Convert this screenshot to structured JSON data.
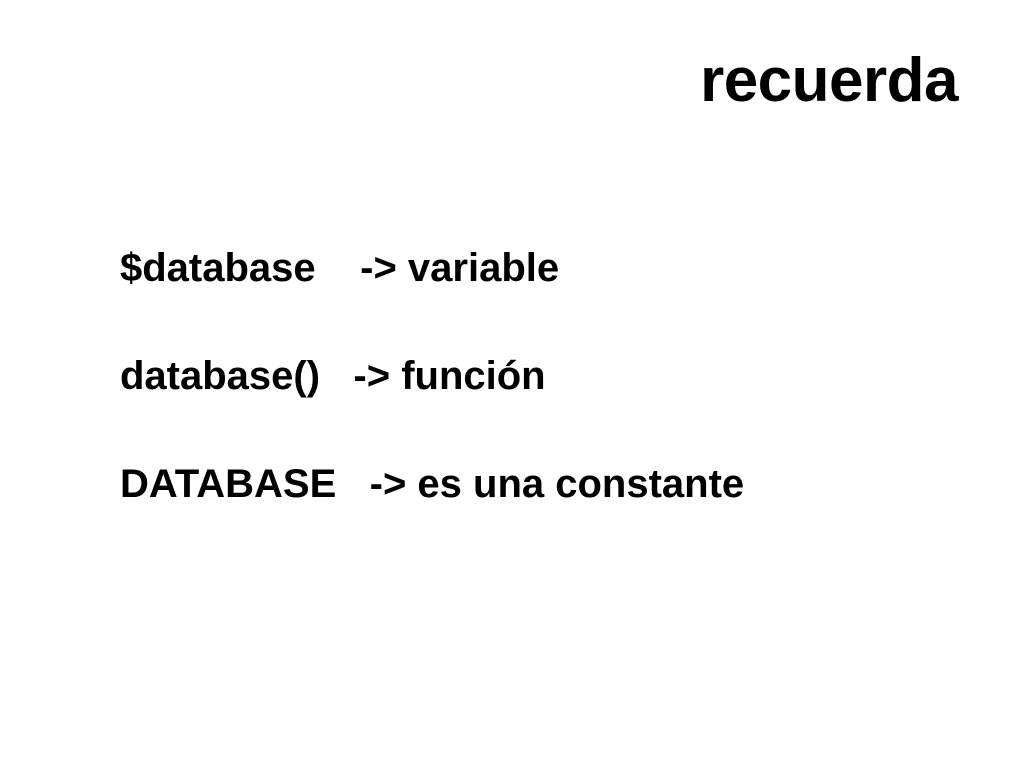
{
  "slide": {
    "title": "recuerda",
    "lines": [
      "$database    -> variable",
      "database()   -> función",
      "DATABASE   -> es una constante"
    ]
  }
}
